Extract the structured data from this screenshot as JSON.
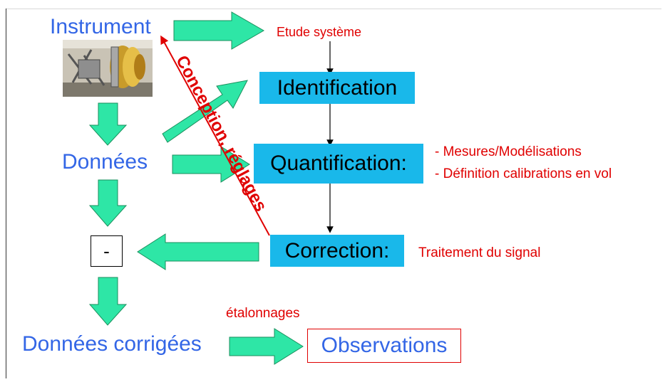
{
  "left_column": {
    "instrument": "Instrument",
    "donnees": "Données",
    "minus": "-",
    "donnees_corrigees": "Données corrigées"
  },
  "boxes": {
    "identification": "Identification",
    "quantification": "Quantification:",
    "correction": "Correction:",
    "observations": "Observations"
  },
  "notes": {
    "etude_systeme": "Etude système",
    "mesures": "- Mesures/Modélisations",
    "definition": "- Définition calibrations en vol",
    "traitement": "Traitement du signal",
    "etalonnages": "étalonnages",
    "conception": "Conception, réglages"
  },
  "colors": {
    "blue_text": "#3366e6",
    "red_text": "#e00000",
    "box_fill": "#19b8ea",
    "arrow_fill": "#2ee6a6",
    "arrow_stroke": "#1a8f5c"
  },
  "image": {
    "icon": "instrument-photo"
  }
}
